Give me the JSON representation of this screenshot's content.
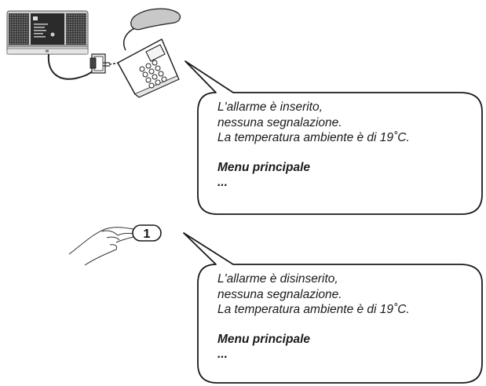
{
  "key": {
    "label": "1"
  },
  "message_before": {
    "lines": [
      "L'allarme è inserito,",
      "nessuna segnalazione.",
      "La temperatura ambiente è di 19˚C."
    ],
    "menu_label": "Menu principale",
    "ellipsis": "..."
  },
  "message_after": {
    "lines": [
      "L'allarme è disinserito,",
      "nessuna segnalazione.",
      "La temperatura ambiente è di 19˚C."
    ],
    "menu_label": "Menu principale",
    "ellipsis": "..."
  }
}
